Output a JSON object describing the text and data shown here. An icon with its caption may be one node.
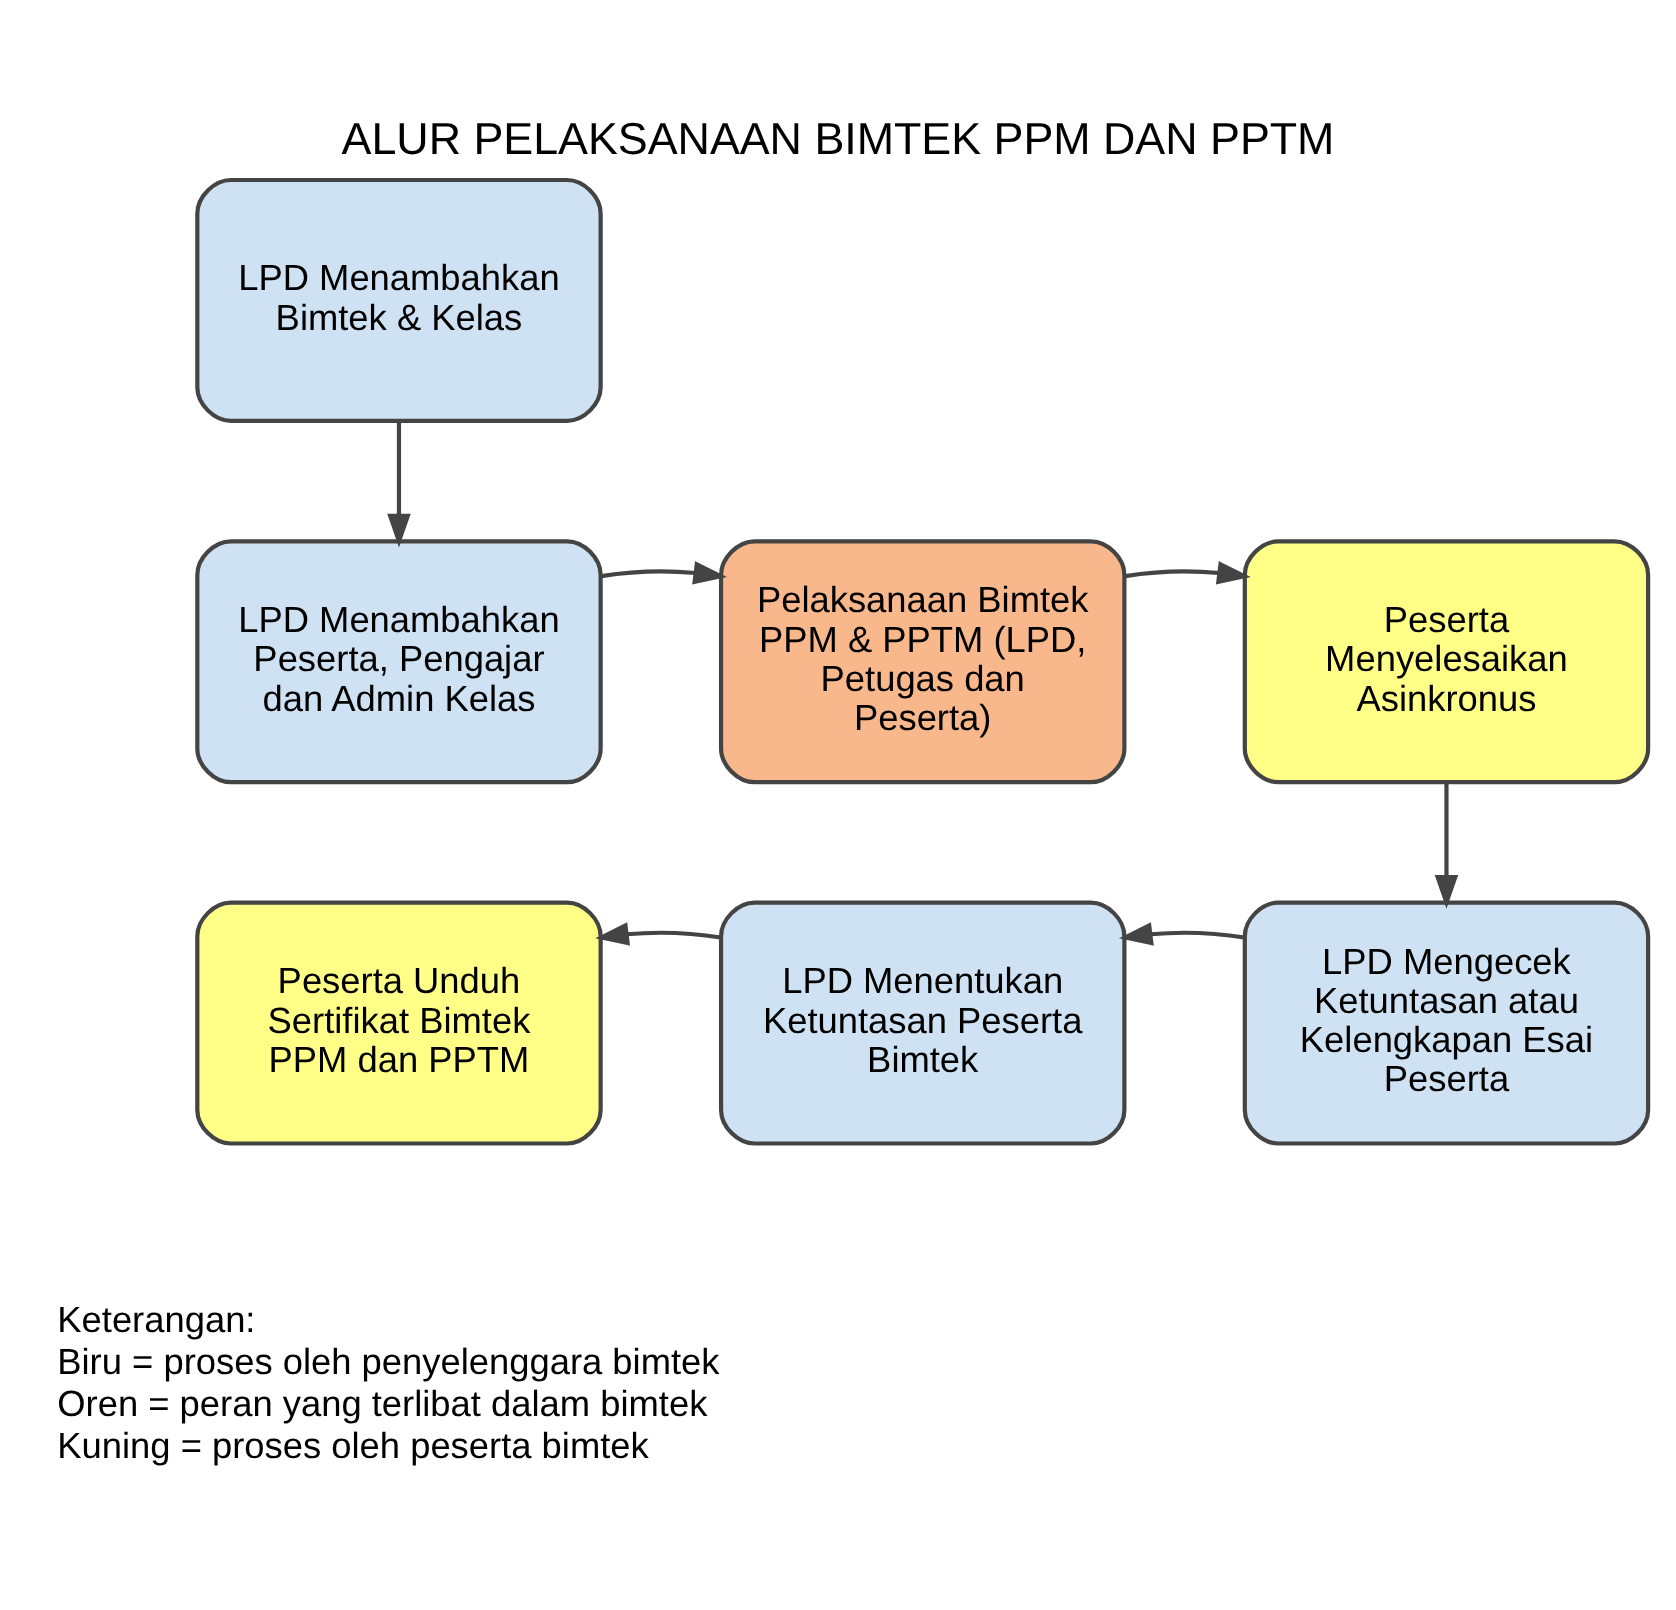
{
  "diagram": {
    "title": "ALUR PELAKSANAAN BIMTEK PPM DAN PPTM",
    "nodes": [
      {
        "text": [
          "LPD Menambahkan Bimtek & Kelas"
        ]
      },
      {
        "text": [
          "LPD Menambahkan Peserta, Pengajar dan Admin Kelas"
        ]
      },
      {
        "text": [
          "Pelaksanaan Bimtek PPM & PPTM (LPD, Petugas dan Peserta)"
        ]
      },
      {
        "text": [
          "Peserta Menyelesaikan Asinkronus"
        ]
      },
      {
        "text": [
          "LPD Mengecek Ketuntasan atau Kelengkapan Esai Peserta"
        ]
      },
      {
        "text": [
          "LPD Menentukan Ketuntasan Peserta Bimtek"
        ]
      },
      {
        "text": [
          "Peserta Unduh Sertifikat Bimtek PPM dan PPTM"
        ]
      }
    ],
    "edges": [
      {
        "from": 0,
        "to": 1,
        "arrow": "to"
      },
      {
        "from": 1,
        "to": 2,
        "arrow": "to"
      },
      {
        "from": 2,
        "to": 3,
        "arrow": "to"
      },
      {
        "from": 3,
        "to": 4,
        "arrow": "to"
      },
      {
        "from": 4,
        "to": 5,
        "arrow": "to"
      },
      {
        "from": 5,
        "to": 6,
        "arrow": "to"
      }
    ],
    "labels": [
      "Keterangan:",
      "Biru = proses oleh penyelenggara bimtek",
      "Oren = peran yang terlibat dalam bimtek",
      "Kuning = proses oleh peserta bimtek"
    ]
  }
}
